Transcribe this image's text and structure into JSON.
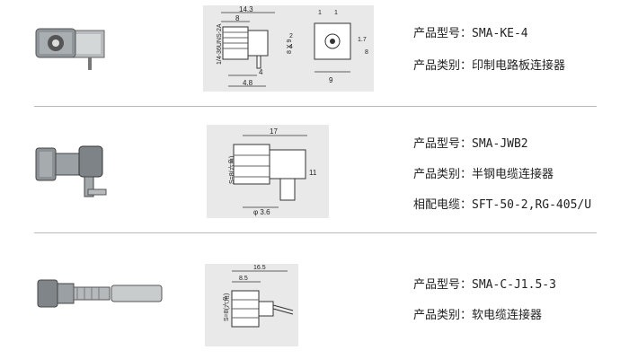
{
  "products": [
    {
      "model_label": "产品型号：",
      "model_value": "SMA-KE-4",
      "category_label": "产品类别：",
      "category_value": "印制电路板连接器",
      "dims": {
        "d1": "14.3",
        "d2": "8",
        "d3": "1",
        "d4": "1",
        "d5": "2",
        "d6": "4",
        "d7": "8 X 9",
        "d8": "1.7",
        "d9": "8",
        "d10": "4",
        "d11": "4.8",
        "d12": "9",
        "thread": "1/4-36UNS-2A"
      }
    },
    {
      "model_label": "产品型号：",
      "model_value": "SMA-JWB2",
      "category_label": "产品类别：",
      "category_value": "半钢电缆连接器",
      "cable_label": "相配电缆：",
      "cable_value": "SFT-50-2,RG-405/U",
      "dims": {
        "d1": "17",
        "d2": "11",
        "d3": "φ 3.6",
        "hex": "S=8(六角)"
      }
    },
    {
      "model_label": "产品型号：",
      "model_value": "SMA-C-J1.5-3",
      "category_label": "产品类别：",
      "category_value": "软电缆连接器",
      "dims": {
        "d1": "16.5",
        "d2": "8.5",
        "hex": "S=8(六角)"
      }
    }
  ],
  "colors": {
    "panel": "#e9e9e9",
    "separator": "#b9b9b9",
    "metal": "#9aa0a3"
  }
}
